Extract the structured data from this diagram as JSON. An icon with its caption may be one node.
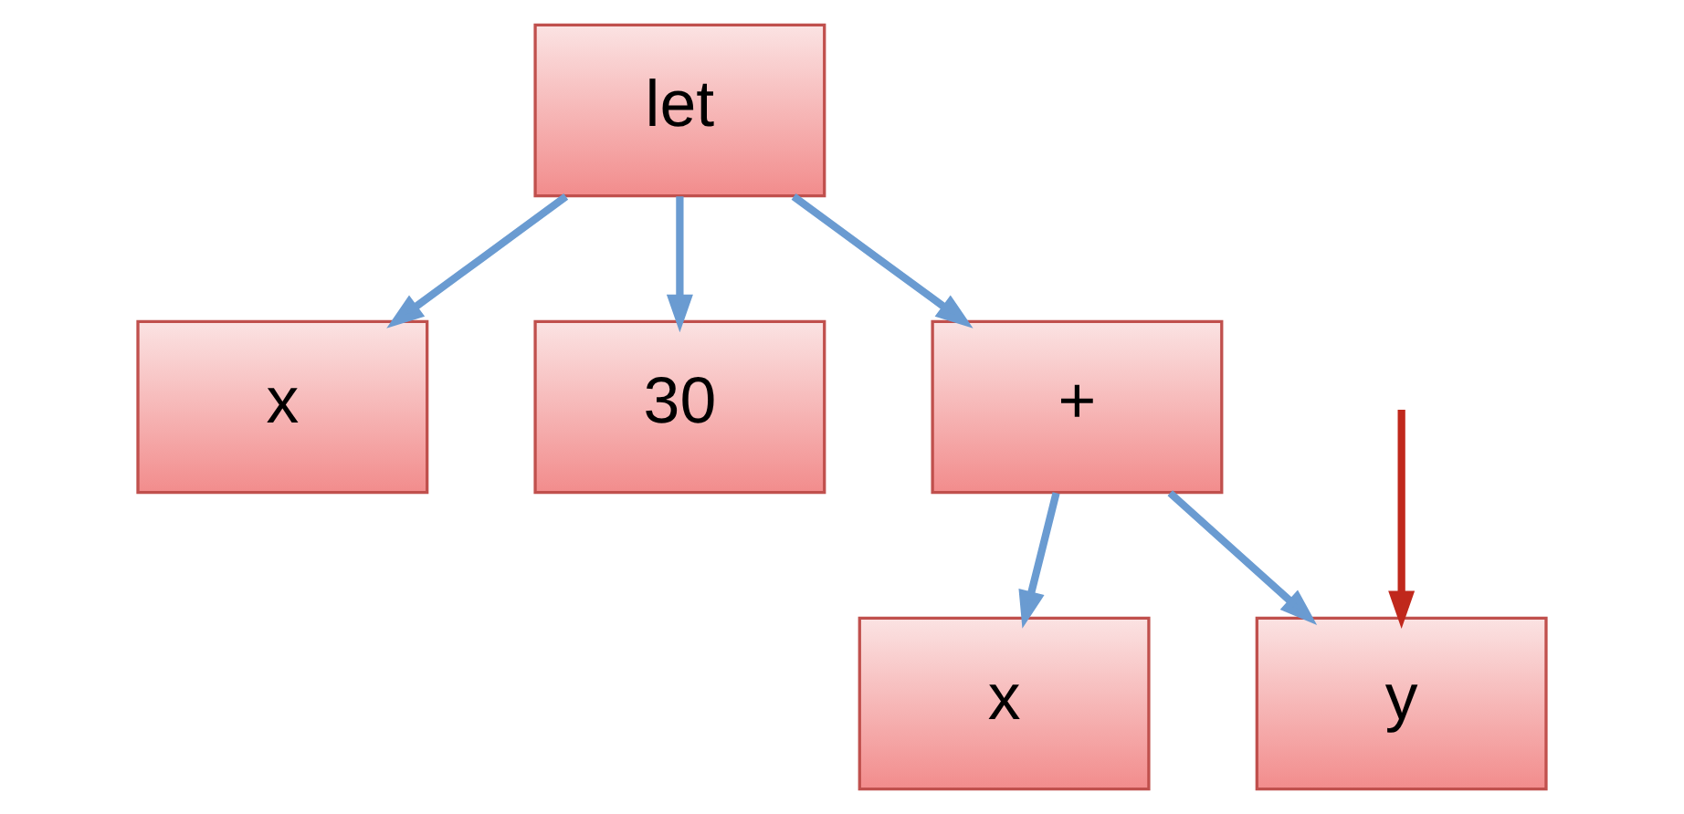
{
  "diagram": {
    "nodes": [
      {
        "text": [
          "let"
        ]
      },
      {
        "text": [
          "x"
        ]
      },
      {
        "text": [
          "30"
        ]
      },
      {
        "text": [
          "+"
        ]
      },
      {
        "text": [
          "x"
        ]
      },
      {
        "text": [
          "y"
        ]
      }
    ],
    "edges": [
      {
        "from": 0,
        "to": 1,
        "arrow": "to"
      },
      {
        "from": 0,
        "to": 2,
        "arrow": "to"
      },
      {
        "from": 0,
        "to": 3,
        "arrow": "to"
      },
      {
        "from": 3,
        "to": 4,
        "arrow": "to"
      },
      {
        "from": 3,
        "to": 5,
        "arrow": "to"
      },
      {
        "from": null,
        "to": 5,
        "arrow": "to",
        "color": "#c0281c"
      }
    ]
  }
}
